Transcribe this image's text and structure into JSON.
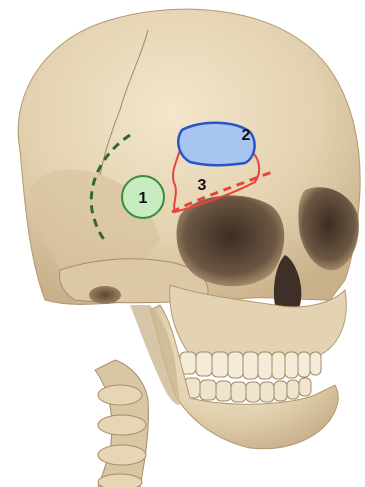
{
  "image": {
    "subject": "skull-anterolateral-view",
    "background_color": "#ffffff",
    "bone_color": "#e8d8b8"
  },
  "markers": [
    {
      "label": "1",
      "color": "#3a8a3a"
    },
    {
      "label": "2",
      "color": "#2a55c8"
    },
    {
      "label": "3",
      "color": "#e8443a"
    }
  ],
  "overlay_colors": {
    "green_dashed": "#2e6a2e",
    "red_dashed": "#e8443a",
    "blue_fill": "#a8c4f0",
    "green_fill": "#c6ecc0"
  }
}
